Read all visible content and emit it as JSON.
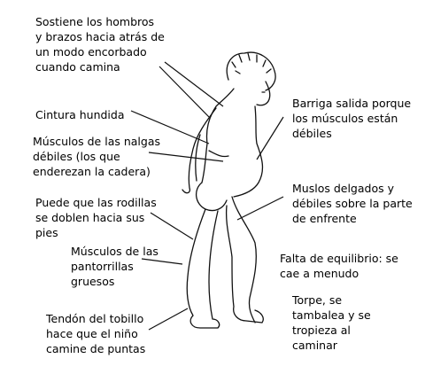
{
  "labels": {
    "shoulders": "Sostiene los hombros\ny brazos hacia atrás de\nun modo encorbado\ncuando camina",
    "waist": "Cintura hundida",
    "glutes": "Músculos de las nalgas\ndébiles (los que\nenderezan la cadera)",
    "knees": "Puede que las rodillas\nse doblen hacia sus\npies",
    "calves": "Músculos de las\npantorrillas\ngruesos",
    "ankle": "Tendón del tobillo\nhace que el niño\ncamine de puntas",
    "belly": "Barriga salida porque\nlos músculos están\ndébiles",
    "thighs": "Muslos delgados y\ndébiles sobre la parte\nde enfrente",
    "balance": "Falta de equilibrio: se\ncae a menudo",
    "clumsy": "Torpe, se\ntambalea y se\ntropieza al\ncaminar"
  },
  "figure_icon": "child-figure-illustration",
  "colors": {
    "ink": "#000000",
    "background": "#ffffff"
  }
}
